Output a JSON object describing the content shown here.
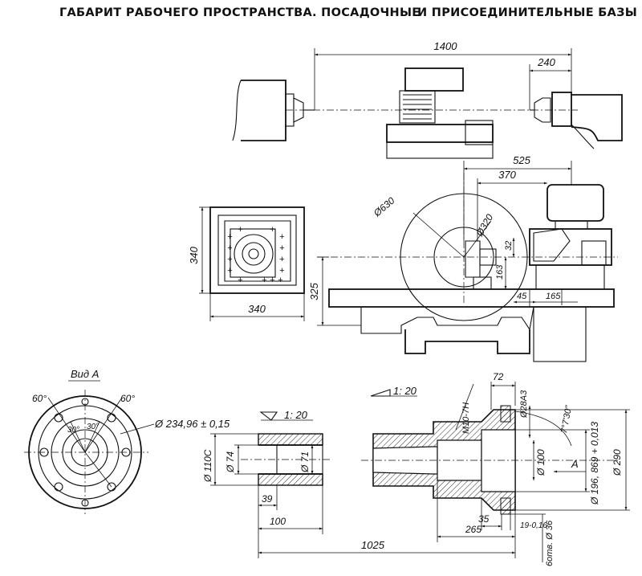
{
  "title": {
    "part1": "ГАБАРИТ РАБОЧЕГО ПРОСТРАНСТВА. ПОСАДОЧНЫЕ",
    "part2": "И ПРИСОЕДИНИТЕЛЬНЫЕ БАЗЫ"
  },
  "top_view": {
    "dim_length": "1400",
    "dim_tail": "240"
  },
  "table_view": {
    "dim_width": "340",
    "dim_height": "340"
  },
  "side_view": {
    "dim_525": "525",
    "dim_370": "370",
    "dia_630": "Ø630",
    "dia_320": "Ø320",
    "dim_32": "32",
    "dim_163": "163",
    "dim_325": "325",
    "dim_45": "45",
    "dim_165": "165"
  },
  "view_a": {
    "label": "Вид А",
    "angle_left": "60°",
    "angle_right": "60°",
    "angle_inner_left": "30°",
    "angle_inner_right": "30°",
    "dia_bolt": "Ø 234,96 ± 0,15"
  },
  "sleeve": {
    "taper": "1: 20",
    "dia_110": "Ø 110C",
    "dia_74": "Ø 74",
    "dia_71": "Ø 71",
    "dim_39": "39",
    "dim_100": "100"
  },
  "spindle": {
    "taper": "1: 20",
    "thread": "М10-7Н",
    "dim_72": "72",
    "dia_28": "Ø28А3",
    "angle": "7°7'30\"",
    "dia_100": "Ø 100",
    "dia_196": "Ø 196, 869 + 0,013",
    "dia_290": "Ø 290",
    "view_arrow": "А",
    "dim_35": "35",
    "dim_19": "19-0,16",
    "dim_265": "265",
    "dim_1025": "1025",
    "holes": "6отв. Ø 36"
  }
}
